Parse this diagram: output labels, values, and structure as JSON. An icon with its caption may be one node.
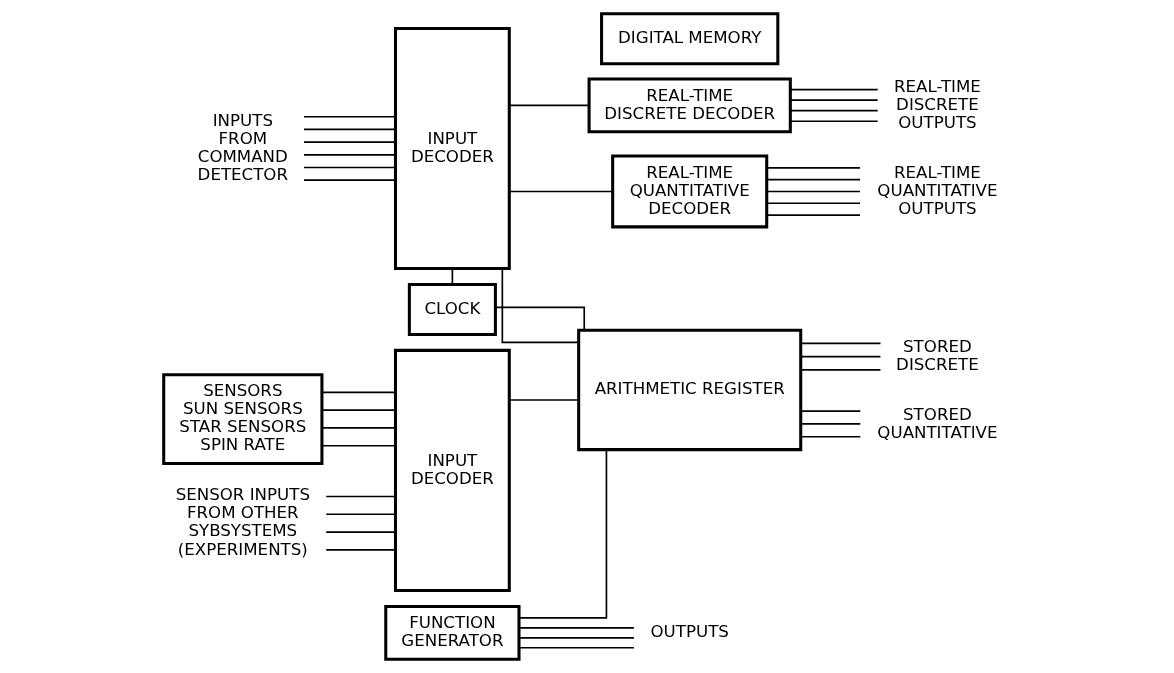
{
  "diagram": {
    "nodes": [
      {
        "text": [
          "INPUT DECODER"
        ]
      },
      {
        "text": [
          "REAL-TIME DISCRETE DECODER"
        ]
      },
      {
        "text": [
          "REAL-TIME QUANTITATIVE DECODER"
        ]
      },
      {
        "text": [
          "CLOCK"
        ]
      },
      {
        "text": [
          "ARITHMETIC REGISTER"
        ]
      },
      {
        "text": [
          "DIGITAL MEMORY"
        ]
      },
      {
        "text": [
          "SENSORS",
          "SUN SENSORS",
          "STAR SENSORS",
          "SPIN RATE"
        ]
      },
      {
        "text": [
          "INPUT DECODER"
        ]
      },
      {
        "text": [
          "FUNCTION GENERATOR"
        ]
      },
      {
        "text": [
          "INPUTS FROM COMMAND DETECTOR"
        ]
      },
      {
        "text": [
          "REAL-TIME DISCRETE OUTPUTS"
        ]
      },
      {
        "text": [
          "REAL-TIME QUANTITATIVE OUTPUTS"
        ]
      },
      {
        "text": [
          "STORED DISCRETE"
        ]
      },
      {
        "text": [
          "STORED QUANTITATIVE"
        ]
      },
      {
        "text": [
          "OUTPUTS"
        ]
      },
      {
        "text": [
          "SENSOR INPUTS FROM OTHER SYBSYSTEMS (EXPERIMENTS)"
        ]
      }
    ],
    "edges": [
      {
        "from": 0,
        "to": 1,
        "arrow": "none"
      },
      {
        "from": 0,
        "to": 2,
        "arrow": "none"
      },
      {
        "from": 0,
        "to": 4,
        "arrow": "none"
      },
      {
        "from": 0,
        "to": 3,
        "arrow": "none"
      },
      {
        "from": 3,
        "to": 4,
        "arrow": "none"
      },
      {
        "from": 7,
        "to": 4,
        "arrow": "none"
      },
      {
        "from": 8,
        "to": 4,
        "arrow": "none"
      },
      {
        "from": 6,
        "to": 7,
        "arrow": "none"
      },
      {
        "from": 6,
        "to": 7,
        "arrow": "none"
      },
      {
        "from": 6,
        "to": 7,
        "arrow": "none"
      },
      {
        "from": 6,
        "to": 7,
        "arrow": "none"
      },
      {
        "from": 9,
        "to": 0,
        "arrow": "none"
      },
      {
        "from": 9,
        "to": 0,
        "arrow": "none"
      },
      {
        "from": 9,
        "to": 0,
        "arrow": "none"
      },
      {
        "from": 9,
        "to": 0,
        "arrow": "none"
      },
      {
        "from": 9,
        "to": 0,
        "arrow": "none"
      },
      {
        "from": 9,
        "to": 0,
        "arrow": "none"
      },
      {
        "from": 15,
        "to": 7,
        "arrow": "none"
      },
      {
        "from": 15,
        "to": 7,
        "arrow": "none"
      },
      {
        "from": 15,
        "to": 7,
        "arrow": "none"
      },
      {
        "from": 15,
        "to": 7,
        "arrow": "none"
      },
      {
        "from": 1,
        "to": 10,
        "arrow": "none"
      },
      {
        "from": 1,
        "to": 10,
        "arrow": "none"
      },
      {
        "from": 1,
        "to": 10,
        "arrow": "none"
      },
      {
        "from": 1,
        "to": 10,
        "arrow": "none"
      },
      {
        "from": 2,
        "to": 11,
        "arrow": "none"
      },
      {
        "from": 2,
        "to": 11,
        "arrow": "none"
      },
      {
        "from": 2,
        "to": 11,
        "arrow": "none"
      },
      {
        "from": 2,
        "to": 11,
        "arrow": "none"
      },
      {
        "from": 2,
        "to": 11,
        "arrow": "none"
      },
      {
        "from": 4,
        "to": 12,
        "arrow": "none"
      },
      {
        "from": 4,
        "to": 12,
        "arrow": "none"
      },
      {
        "from": 4,
        "to": 12,
        "arrow": "none"
      },
      {
        "from": 4,
        "to": 13,
        "arrow": "none"
      },
      {
        "from": 4,
        "to": 13,
        "arrow": "none"
      },
      {
        "from": 4,
        "to": 13,
        "arrow": "none"
      },
      {
        "from": 8,
        "to": 14,
        "arrow": "none"
      },
      {
        "from": 8,
        "to": 14,
        "arrow": "none"
      },
      {
        "from": 8,
        "to": 14,
        "arrow": "none"
      }
    ]
  }
}
